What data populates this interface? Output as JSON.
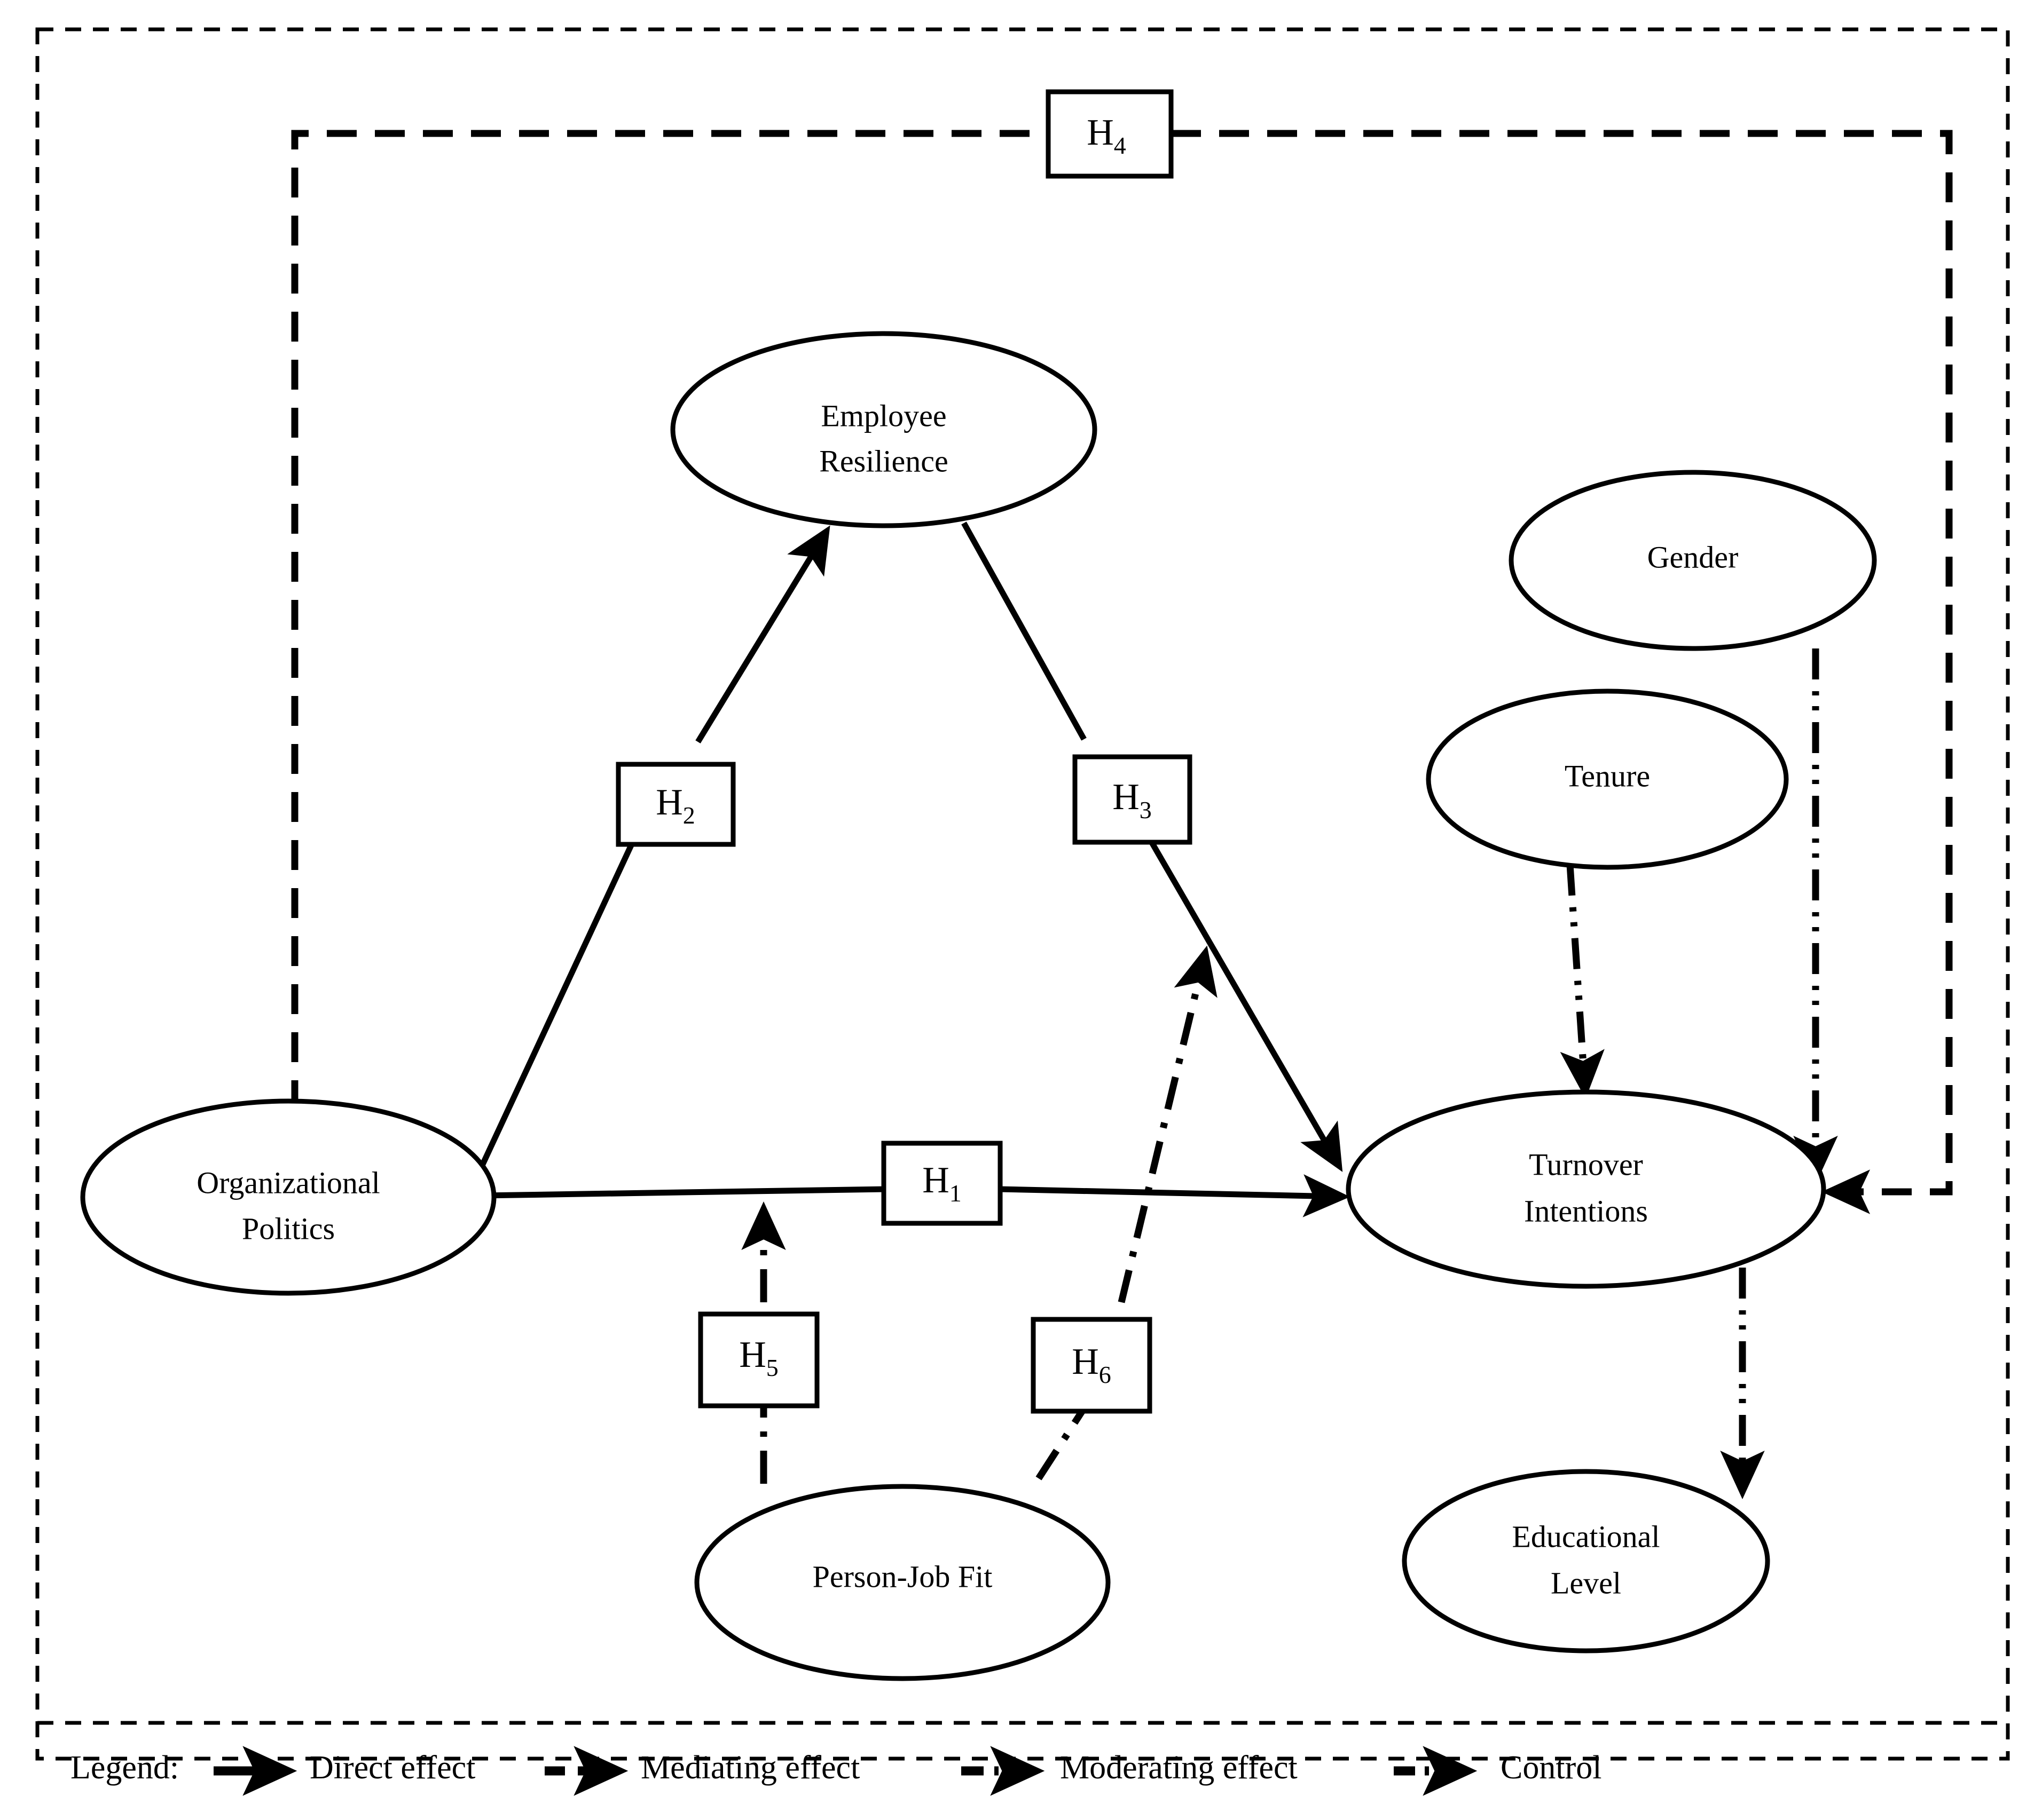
{
  "diagram": {
    "type": "research-conceptual-model",
    "title": "",
    "nodes": [
      {
        "id": "employee-resilience",
        "label_lines": [
          "Employee",
          "Resilience"
        ],
        "shape": "ellipse",
        "role": "mediator"
      },
      {
        "id": "organizational-politics",
        "label_lines": [
          "Organizational",
          "Politics"
        ],
        "shape": "ellipse",
        "role": "independent-variable"
      },
      {
        "id": "turnover-intentions",
        "label_lines": [
          "Turnover",
          "Intentions"
        ],
        "shape": "ellipse",
        "role": "dependent-variable"
      },
      {
        "id": "person-job-fit",
        "label_lines": [
          "Person-Job Fit"
        ],
        "shape": "ellipse",
        "role": "moderator"
      },
      {
        "id": "gender",
        "label_lines": [
          "Gender"
        ],
        "shape": "ellipse",
        "role": "control"
      },
      {
        "id": "tenure",
        "label_lines": [
          "Tenure"
        ],
        "shape": "ellipse",
        "role": "control"
      },
      {
        "id": "educational-level",
        "label_lines": [
          "Educational",
          "Level"
        ],
        "shape": "ellipse",
        "role": "control"
      }
    ],
    "hypotheses": [
      {
        "id": "h1",
        "base": "H",
        "sub": "1",
        "edge_type": "direct",
        "from": "organizational-politics",
        "to": "turnover-intentions"
      },
      {
        "id": "h2",
        "base": "H",
        "sub": "2",
        "edge_type": "direct",
        "from": "organizational-politics",
        "to": "employee-resilience"
      },
      {
        "id": "h3",
        "base": "H",
        "sub": "3",
        "edge_type": "direct",
        "from": "employee-resilience",
        "to": "turnover-intentions"
      },
      {
        "id": "h4",
        "base": "H",
        "sub": "4",
        "edge_type": "mediating",
        "from": "organizational-politics",
        "to": "turnover-intentions"
      },
      {
        "id": "h5",
        "base": "H",
        "sub": "5",
        "edge_type": "moderating",
        "from": "person-job-fit",
        "to": "h1"
      },
      {
        "id": "h6",
        "base": "H",
        "sub": "6",
        "edge_type": "moderating",
        "from": "person-job-fit",
        "to": "h3"
      }
    ],
    "control_edges": [
      {
        "from": "tenure",
        "to": "turnover-intentions",
        "edge_type": "control"
      },
      {
        "from": "gender",
        "to": "turnover-intentions",
        "edge_type": "control"
      },
      {
        "from": "turnover-intentions",
        "to": "educational-level",
        "edge_type": "control"
      }
    ]
  },
  "legend": {
    "title": "Legend:",
    "items": [
      {
        "label": "Direct effect",
        "line_style": "solid"
      },
      {
        "label": "Mediating effect",
        "line_style": "dashed"
      },
      {
        "label": "Moderating effect",
        "line_style": "dash-dot"
      },
      {
        "label": "Control",
        "line_style": "dash-dot-dot"
      }
    ]
  },
  "colors": {
    "stroke": "#000000",
    "background": "#ffffff"
  }
}
